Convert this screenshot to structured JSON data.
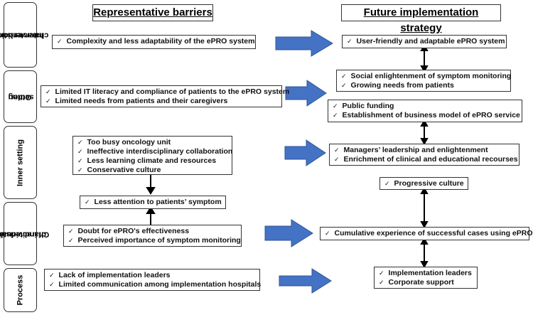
{
  "headers": {
    "left": "Representative barriers",
    "right": "Future implementation strategy"
  },
  "domains": [
    {
      "line1": "Intervention",
      "line2": "characteristics"
    },
    {
      "line1": "Outer",
      "line2": "setting"
    },
    {
      "line1": "Inner setting",
      "line2": ""
    },
    {
      "line1": "Characteristics",
      "line2": "of individuals"
    },
    {
      "line1": "Process",
      "line2": ""
    }
  ],
  "barriers": {
    "intervention": [
      "Complexity and less adaptability of  the ePRO system"
    ],
    "outer": [
      "Limited IT literacy and compliance of patients to the ePRO system",
      "Limited needs from patients and their caregivers"
    ],
    "inner": [
      "Too busy oncology unit",
      "Ineffective interdisciplinary collaboration",
      "Less learning climate and resources",
      "Conservative culture"
    ],
    "attention": [
      "Less attention to patients’ symptom"
    ],
    "individuals": [
      "Doubt for ePRO's effectiveness",
      "Perceived importance of symptom monitoring"
    ],
    "process": [
      "Lack of implementation leaders",
      "Limited communication among implementation hospitals"
    ]
  },
  "strategies": {
    "user_friendly": [
      "User-friendly and adaptable  ePRO system"
    ],
    "social": [
      "Social enlightenment of symptom monitoring",
      "Growing needs from patients"
    ],
    "funding": [
      "Public funding",
      "Establishment of business model of ePRO service"
    ],
    "leadership": [
      "Managers’ leadership and enlightenment",
      "Enrichment of clinical and educational recourses"
    ],
    "progressive": [
      "Progressive culture"
    ],
    "experience": [
      "Cumulative experience of successful cases using ePRO"
    ],
    "leaders": [
      "Implementation leaders",
      "Corporate support"
    ]
  },
  "colors": {
    "arrow_fill": "#4472c4",
    "arrow_stroke": "#2f5597",
    "line": "#000000"
  }
}
